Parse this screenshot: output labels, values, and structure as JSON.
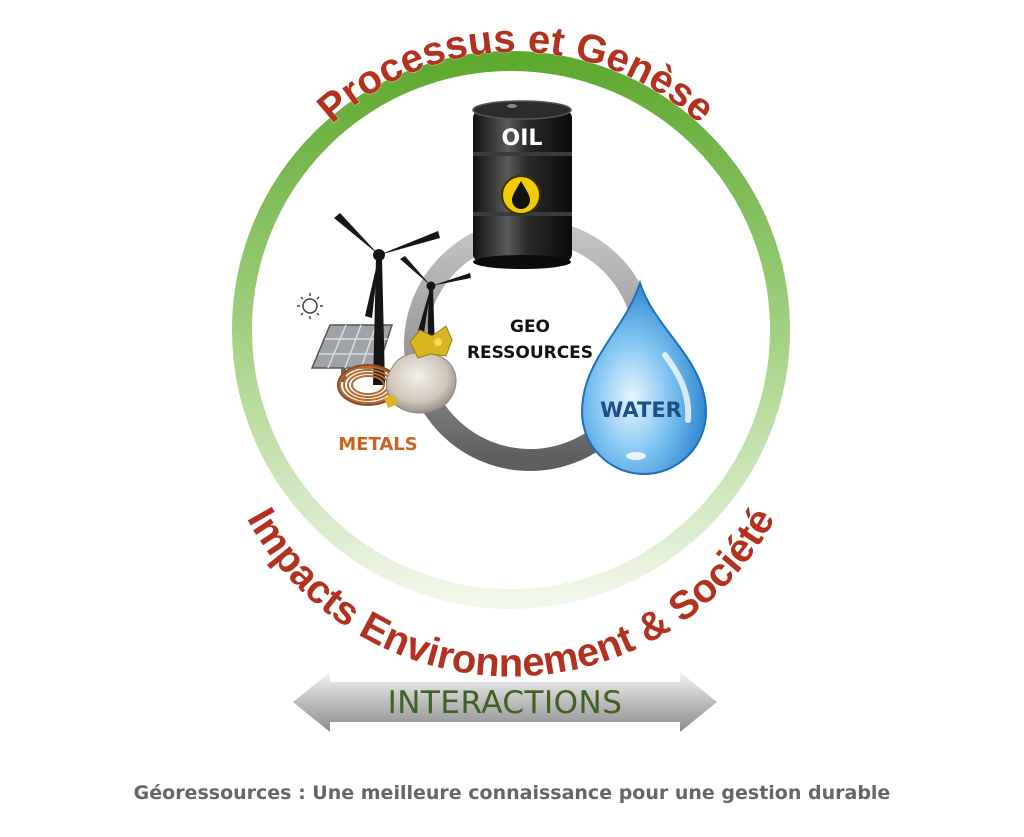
{
  "diagram": {
    "arc_top": "Processus et Genèse",
    "arc_bottom": "Impacts Environnement & Société",
    "center_label_line1": "GEO",
    "center_label_line2": "RESSOURCES",
    "oil_label": "OIL",
    "water_label": "WATER",
    "metals_label": "METALS",
    "interactions_label": "INTERACTIONS"
  },
  "caption": "Géoressources : Une meilleure connaissance pour une gestion durable",
  "colors": {
    "arc_text": "#b3321f",
    "outer_ring": "#79b84a",
    "inner_ring": "#8a8a8a",
    "metals": "#c8641e",
    "water": "#1d4e8a",
    "interactions": "#3f6122",
    "caption": "#666666"
  },
  "icons": [
    "oil-barrel-icon",
    "water-drop-icon",
    "wind-turbine-icon",
    "solar-panel-icon",
    "sun-icon",
    "copper-coil-icon",
    "gold-nugget-icon",
    "double-arrow-icon"
  ]
}
